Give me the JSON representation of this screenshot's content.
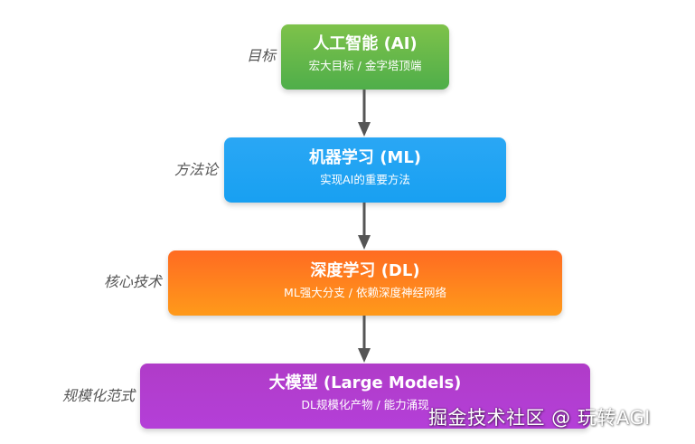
{
  "levels": [
    {
      "side_label": "目标",
      "title": "人工智能 (AI)",
      "subtitle": "宏大目标 / 金字塔顶端",
      "color": "#5cb84a"
    },
    {
      "side_label": "方法论",
      "title": "机器学习 (ML)",
      "subtitle": "实现AI的重要方法",
      "color": "#1ea3f3"
    },
    {
      "side_label": "核心技术",
      "title": "深度学习 (DL)",
      "subtitle": "ML强大分支 / 依赖深度神经网络",
      "color": "#ff7f1f"
    },
    {
      "side_label": "规模化范式",
      "title": "大模型 (Large Models)",
      "subtitle": "DL规模化产物 / 能力涌现",
      "color": "#b33ed3"
    }
  ],
  "arrow_color": "#555555",
  "watermark": "掘金技术社区 @ 玩转AGI"
}
